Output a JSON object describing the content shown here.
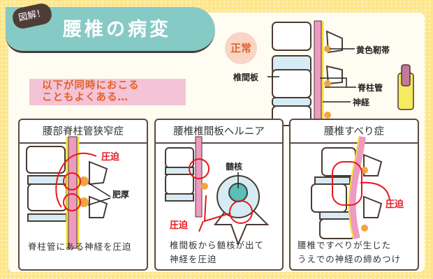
{
  "header": {
    "badge": "図解！",
    "title": "腰椎の病変"
  },
  "note": {
    "line1": "以下が同時におこる",
    "line2": "こともよくある…"
  },
  "normal": {
    "label": "正常",
    "labels": {
      "ligament": "黄色靭帯",
      "disc": "椎間板",
      "canal": "脊柱管",
      "nerve": "神経"
    }
  },
  "cards": [
    {
      "title": "腰部脊柱管狭窄症",
      "compress": "圧迫",
      "thick": "肥厚",
      "caption1": "脊柱管にある神経を圧迫"
    },
    {
      "title": "腰椎椎間板ヘルニア",
      "compress": "圧迫",
      "nucleus": "髄核",
      "caption1": "椎間板から髄核が出て",
      "caption2": "神経を圧迫"
    },
    {
      "title": "腰椎すべり症",
      "compress": "圧迫",
      "caption1": "腰椎ですべりが生じた",
      "caption2": "うえでの神経の締めつけ"
    }
  ],
  "colors": {
    "teal": "#86cac6",
    "pink": "#f4c3d6",
    "orange": "#e0622a",
    "red": "#e8161c"
  }
}
